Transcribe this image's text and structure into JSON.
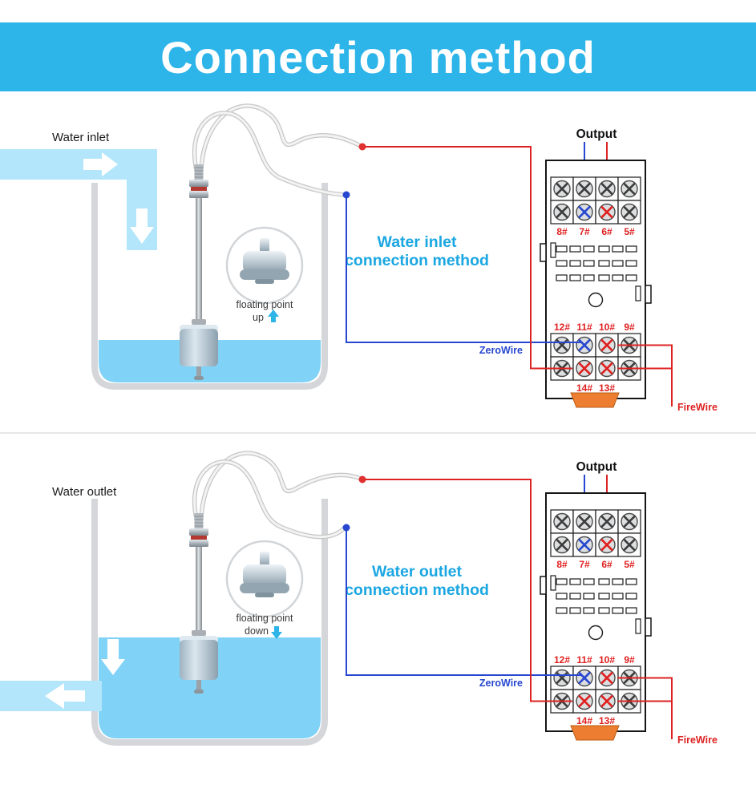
{
  "header": {
    "title": "Connection method"
  },
  "colors": {
    "banner": "#2db4e8",
    "accent_cyan": "#1ba7e2",
    "wire_red": "#dd2222",
    "wire_blue": "#2747d0",
    "terminal_label_red": "#e02020",
    "water": "#80d2f7",
    "pipe": "#b3e6fa",
    "latch_orange": "#ed7d31"
  },
  "sections": [
    {
      "water_label": "Water inlet",
      "method_line1": "Water inlet",
      "method_line2": "connection method",
      "float_note": "floating point",
      "float_direction": "up",
      "output_label": "Output",
      "zero_wire_label": "ZeroWire",
      "fire_wire_label": "FireWire",
      "terminals_row1": [
        "8#",
        "7#",
        "6#",
        "5#"
      ],
      "terminals_row2": [
        "12#",
        "11#",
        "10#",
        "9#"
      ],
      "terminals_row3": [
        "14#",
        "13#"
      ]
    },
    {
      "water_label": "Water outlet",
      "method_line1": "Water outlet",
      "method_line2": "connection method",
      "float_note": "floating point",
      "float_direction": "down",
      "output_label": "Output",
      "zero_wire_label": "ZeroWire",
      "fire_wire_label": "FireWire",
      "terminals_row1": [
        "8#",
        "7#",
        "6#",
        "5#"
      ],
      "terminals_row2": [
        "12#",
        "11#",
        "10#",
        "9#"
      ],
      "terminals_row3": [
        "14#",
        "13#"
      ]
    }
  ]
}
